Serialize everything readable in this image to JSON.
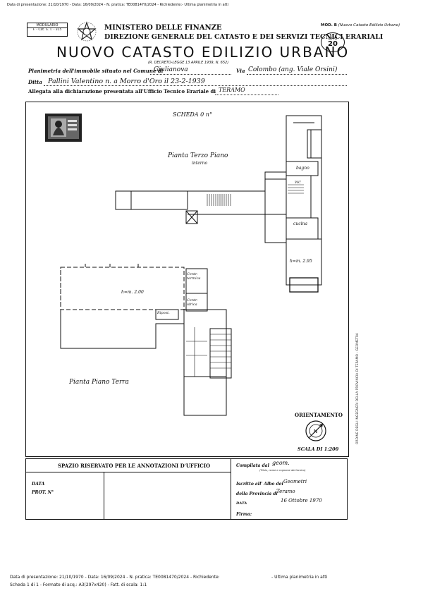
{
  "top_header": {
    "left": "Data di presentazione: 21/10/1970 - Data: 16/09/2024 - N. pratica: TE0081470/2024 - Richiedente:",
    "right": "- Ultima planimetria in atti"
  },
  "form_model": {
    "line1": "MODULARIO",
    "line2": "F. - Cat. S. T. - 315"
  },
  "ministry": "MINISTERO DELLE FINANZE",
  "directorate": "DIREZIONE GENERALE DEL CATASTO E DEI SERVIZI TECNICI ERARIALI",
  "main_title": "NUOVO CATASTO EDILIZIO URBANO",
  "decree": "(R. DECRETO-LEGGE 13 APRILE 1939, N. 652)",
  "mod_label": "MOD. B",
  "mod_desc": "(Nuovo Catasto Edilizio Urbano)",
  "stamp": {
    "line1": "Lire",
    "line2": "20"
  },
  "fields": {
    "planimetria_label": "Planimetria dell'immobile situato nel Comune di",
    "comune_value": "Giulianova",
    "via_label": "Via",
    "via_value": "Colombo (ang. Viale Orsini)",
    "ditta_label": "Ditta",
    "ditta_value": "Pallini Valentino n. a Morro d'Oro il 23-2-1939",
    "allegata_label": "Allegata alla dichiarazione presentata all'Ufficio Tecnico Erariale di",
    "allegata_value": "TERAMO"
  },
  "plan": {
    "scheda": "SCHEDA 0 n°",
    "terzo_piano": "Pianta Terzo Piano",
    "interno": "interno",
    "terra": "Pianta Piano Terra",
    "rooms": {
      "bagno": "bagno",
      "wc": "WC",
      "cucina": "cucina",
      "h295": "h=m. 2.95",
      "h200": "h=m. 2.00",
      "centr_termica": "Centr. termica",
      "centr_idrica": "Centr. idrica",
      "ripost": "Ripost."
    },
    "orientamento": "ORIENTAMENTO",
    "scala": "SCALA DI 1:200",
    "side_text": "ORDINE DEGLI INGEGNERI DELLA PROVINCIA DI TERAMO - GEOMETRA"
  },
  "annotations": {
    "title": "SPAZIO RISERVATO PER LE ANNOTAZIONI D'UFFICIO",
    "data_label": "DATA",
    "prot_label": "PROT. N°"
  },
  "compilata": {
    "label": "Compilata dal",
    "value": "geom.",
    "sub": "(Titolo, nome e cognome del tecnico)",
    "iscritto_label": "Iscritto all' Albo dei",
    "iscritto_value": "Geometri",
    "provincia_label": "della Provincia di",
    "provincia_value": "Teramo",
    "data_label": "DATA",
    "data_value": "16 Ottobre 1970",
    "firma_label": "Firma:"
  },
  "footer": {
    "line1": "Data di presentazione: 21/10/1970 - Data: 16/09/2024 - N. pratica: TE0081470/2024 - Richiedente:",
    "line1_right": "- Ultima planimetria in atti",
    "line2": "Scheda 1 di 1 - Formato di acq.: A3(297x420) - Fatt. di scala: 1:1"
  }
}
